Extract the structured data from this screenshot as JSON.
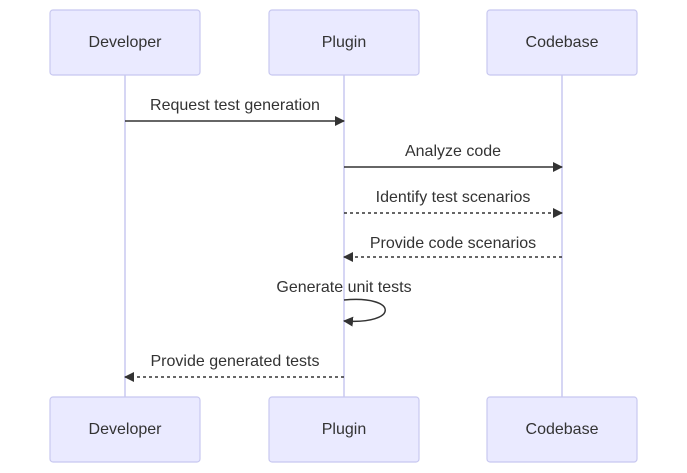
{
  "participants": [
    {
      "id": "developer",
      "label": "Developer"
    },
    {
      "id": "plugin",
      "label": "Plugin"
    },
    {
      "id": "codebase",
      "label": "Codebase"
    }
  ],
  "messages": [
    {
      "from": "developer",
      "to": "plugin",
      "text": "Request test generation",
      "style": "solid"
    },
    {
      "from": "plugin",
      "to": "codebase",
      "text": "Analyze code",
      "style": "solid"
    },
    {
      "from": "plugin",
      "to": "codebase",
      "text": "Identify test scenarios",
      "style": "dashed"
    },
    {
      "from": "codebase",
      "to": "plugin",
      "text": "Provide code scenarios",
      "style": "dashed"
    },
    {
      "from": "plugin",
      "to": "plugin",
      "text": "Generate unit tests",
      "style": "solid"
    },
    {
      "from": "plugin",
      "to": "developer",
      "text": "Provide generated tests",
      "style": "dashed"
    }
  ],
  "colors": {
    "actor_fill": "#eaeaff",
    "actor_stroke": "#c8c8f0",
    "line": "#333333",
    "text": "#333333"
  }
}
